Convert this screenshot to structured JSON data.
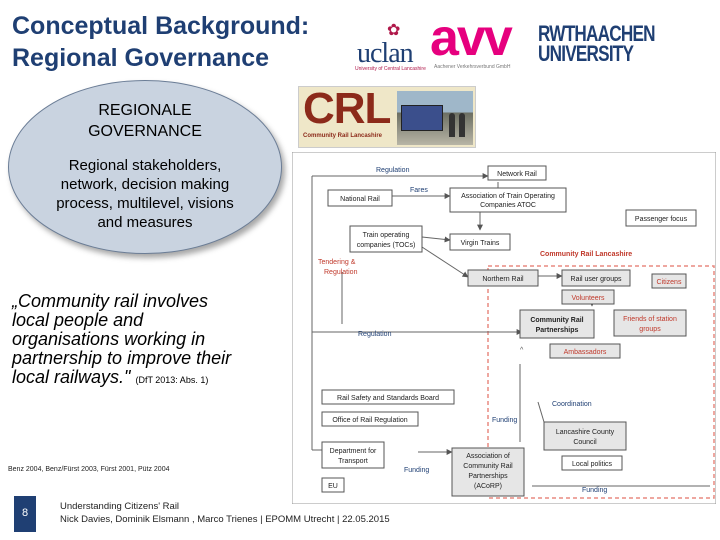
{
  "slide": {
    "title_line1": "Conceptual Background:",
    "title_line2": "Regional Governance",
    "page_number": "8",
    "footer_line1": "Understanding Citizens' Rail",
    "footer_line2": "Nick Davies, Dominik Elsmann , Marco Trienes | EPOMM Utrecht | 22.05.2015",
    "references": "Benz 2004, Benz/Fürst 2003, Fürst 2001, Pütz 2004"
  },
  "logos": {
    "uclan_word": "uclan",
    "uclan_sub": "University of Central Lancashire",
    "avv_word": "avv",
    "avv_sub": "Aachener Verkehrsverbund GmbH",
    "rwth_line1": "RWTHAACHEN",
    "rwth_line2": "UNIVERSITY",
    "crl_letters": "CRL",
    "crl_caption": "Community Rail Lancashire"
  },
  "ellipse": {
    "heading_line1": "REGIONALE",
    "heading_line2": "GOVERNANCE",
    "body_line1": "Regional stakeholders,",
    "body_line2": "network, decision making",
    "body_line3": "process, multilevel, visions",
    "body_line4": "and measures"
  },
  "quote": {
    "line1": "„Community rail involves",
    "line2": "local people and",
    "line3": "organisations working in",
    "line4": "partnership to improve their",
    "line5": "local railways.\"",
    "source": "(DfT 2013: Abs. 1)"
  },
  "diagram": {
    "boxes": {
      "network_rail": "Network Rail",
      "national_rail": "National Rail",
      "atoc_1": "Association of Train Operating",
      "atoc_2": "Companies  ATOC",
      "passenger_focus": "Passenger focus",
      "toc_1": "Train operating",
      "toc_2": "companies (TOCs)",
      "virgin_trains": "Virgin Trains",
      "northern_rail": "Northern Rail",
      "rail_user_groups": "Rail user groups",
      "citizens": "Citizens",
      "volunteers": "Volunteers",
      "crp_1": "Community Rail",
      "crp_2": "Partnerships",
      "friends_1": "Friends of station",
      "friends_2": "groups",
      "ambassadors": "Ambassadors",
      "rssb": "Rail Safety and Standards Board",
      "orr": "Office of Rail Regulation",
      "lcc_1": "Lancashire County",
      "lcc_2": "Council",
      "local_politics": "Local politics",
      "dft_1": "Department for",
      "dft_2": "Transport",
      "acorp_1": "Association of",
      "acorp_2": "Community Rail",
      "acorp_3": "Partnerships",
      "acorp_4": "(ACoRP)",
      "eu": "EU"
    },
    "labels": {
      "regulation_top": "Regulation",
      "fares": "Fares",
      "tendering_1": "Tendering &",
      "tendering_2": "Regulation",
      "regulation_mid": "Regulation",
      "crl_region": "Community Rail Lancashire",
      "coordination": "Coordination",
      "funding_mid": "Funding",
      "funding_low": "Funding",
      "funding_bottom": "Funding",
      "caret": "^"
    },
    "colors": {
      "red_label": "#c0392b",
      "blue_label": "#1f3f73",
      "box_fill": "#e6e6e6",
      "region_border": "#e88a80"
    }
  }
}
